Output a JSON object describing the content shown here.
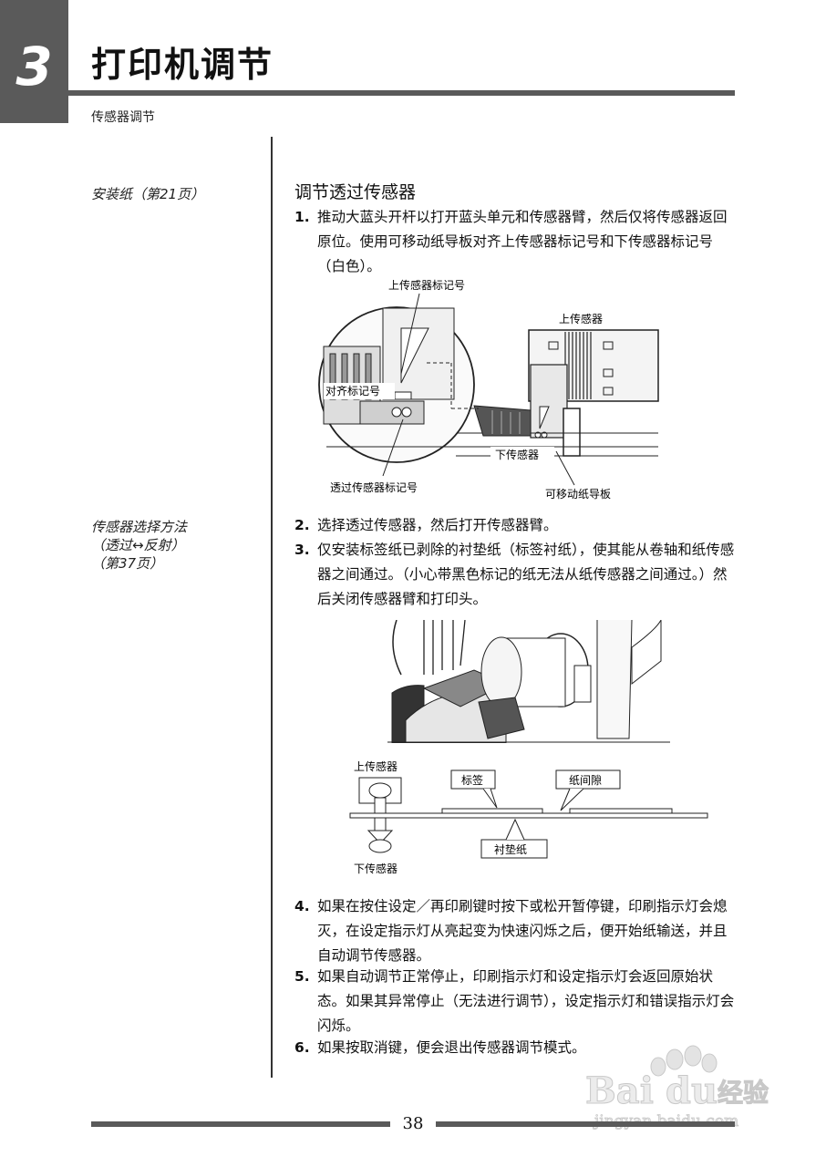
{
  "header": {
    "chapter_number": "3",
    "chapter_title": "打印机调节",
    "section_label": "传感器调节"
  },
  "sidebar": {
    "note1": "安装纸（第21页）",
    "note2_line1": "传感器选择方法",
    "note2_line2": "（透过↔反射）",
    "note2_line3": "（第37页）"
  },
  "main": {
    "heading": "调节透过传感器",
    "steps": [
      {
        "num": "1.",
        "text": "推动大蓝头开杆以打开蓝头单元和传感器臂，然后仅将传感器返回原位。使用可移动纸导板对齐上传感器标记号和下传感器标记号（白色）。"
      },
      {
        "num": "2.",
        "text": "选择透过传感器，然后打开传感器臂。"
      },
      {
        "num": "3.",
        "text": "仅安装标签纸已剥除的衬垫纸（标签衬纸），使其能从卷轴和纸传感器之间通过。（小心带黑色标记的纸无法从纸传感器之间通过。）然后关闭传感器臂和打印头。"
      },
      {
        "num": "4.",
        "text": "如果在按住设定／再印刷键时按下或松开暂停键，印刷指示灯会熄灭，在设定指示灯从亮起变为快速闪烁之后，便开始纸输送，并且自动调节传感器。"
      },
      {
        "num": "5.",
        "text": "如果自动调节正常停止，印刷指示灯和设定指示灯会返回原始状态。如果其异常停止（无法进行调节），设定指示灯和错误指示灯会闪烁。"
      },
      {
        "num": "6.",
        "text": "如果按取消键，便会退出传感器调节模式。"
      }
    ]
  },
  "figure1": {
    "label_upper_mark": "上传感器标记号",
    "label_upper_sensor": "上传感器",
    "label_align_mark": "对齐标记号",
    "label_lower_sensor": "下传感器",
    "label_trans_mark": "透过传感器标记号",
    "label_guide": "可移动纸导板"
  },
  "figure3": {
    "label_upper_sensor": "上传感器",
    "label_label": "标签",
    "label_gap": "纸间隙",
    "label_liner": "衬垫纸",
    "label_lower_sensor": "下传感器"
  },
  "footer": {
    "page_number": "38"
  },
  "watermark": {
    "brand": "Baidu经验",
    "url": "jingyan.baidu.com"
  }
}
